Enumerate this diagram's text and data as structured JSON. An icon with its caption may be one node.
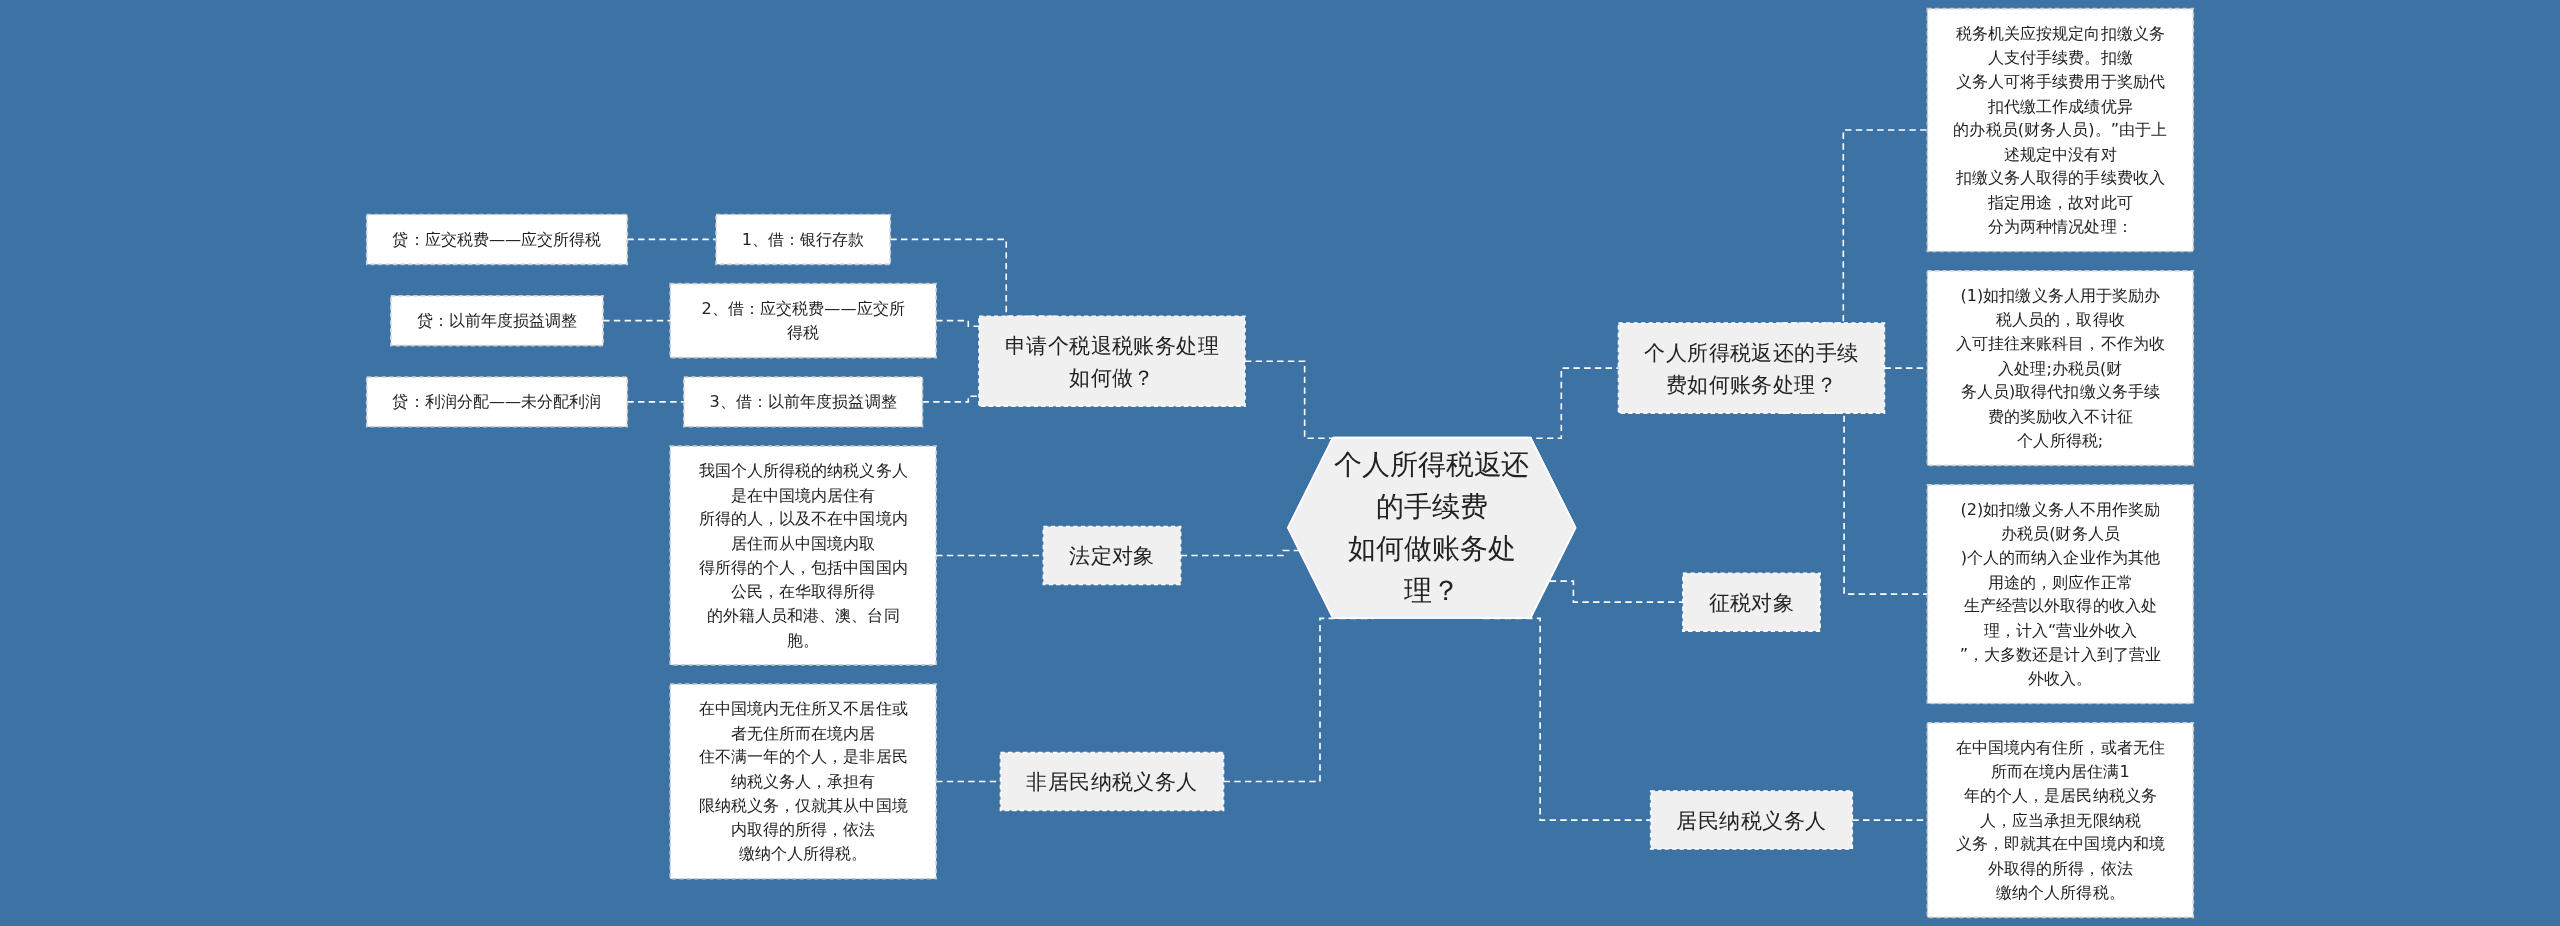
{
  "diagram": {
    "nodes": [
      {
        "text": [
          "个人所得税返还的手续费如何做账务处理？"
        ]
      },
      {
        "text": [
          "个人所得税返还的手续费如何账务处理？"
        ]
      },
      {
        "text": [
          "税务机关应按规定向扣缴义务人支付手续费。扣缴义务人可将手续费用于奖励代扣代缴工作成绩优异的办税员(财务人员)。”由于上述规定中没有对扣缴义务人取得的手续费收入指定用途，故对此可分为两种情况处理："
        ]
      },
      {
        "text": [
          "(1)如扣缴义务人用于奖励办税人员的，取得收入可挂往来账科目，不作为收入处理;办税员(财务人员)取得代扣缴义务手续费的奖励收入不计征个人所得税;"
        ]
      },
      {
        "text": [
          "(2)如扣缴义务人不用作奖励办税员(财务人员)个人的而纳入企业作为其他用途的，则应作正常生产经营以外取得的收入处理，计入“营业外收入”，大多数还是计入到了营业外收入。"
        ]
      },
      {
        "text": [
          "征税对象"
        ]
      },
      {
        "text": [
          "居民纳税义务人"
        ]
      },
      {
        "text": [
          "在中国境内有住所，或者无住所而在境内居住满1年的个人，是居民纳税义务人，应当承担无限纳税义务，即就其在中国境内和境外取得的所得，依法缴纳个人所得税。"
        ]
      },
      {
        "text": [
          "申请个税退税账务处理如何做？"
        ]
      },
      {
        "text": [
          "1、借：银行存款"
        ]
      },
      {
        "text": [
          "贷：应交税费——应交所得税"
        ]
      },
      {
        "text": [
          "2、借：应交税费——应交所得税"
        ]
      },
      {
        "text": [
          "贷：以前年度损益调整"
        ]
      },
      {
        "text": [
          "3、借：以前年度损益调整"
        ]
      },
      {
        "text": [
          "贷：利润分配——未分配利润"
        ]
      },
      {
        "text": [
          "法定对象"
        ]
      },
      {
        "text": [
          "我国个人所得税的纳税义务人是在中国境内居住有所得的人，以及不在中国境内居住而从中国境内取得所得的个人，包括中国国内公民，在华取得所得的外籍人员和港、澳、台同胞。"
        ]
      },
      {
        "text": [
          "非居民纳税义务人"
        ]
      },
      {
        "text": [
          "在中国境内无住所又不居住或者无住所而在境内居住不满一年的个人，是非居民纳税义务人，承担有限纳税义务，仅就其从中国境内取得的所得，依法缴纳个人所得税。"
        ]
      }
    ],
    "edges": [
      {
        "from": 0,
        "to": 1,
        "arrow": "none",
        "style": "dashed"
      },
      {
        "from": 1,
        "to": 2,
        "arrow": "none",
        "style": "dashed"
      },
      {
        "from": 1,
        "to": 3,
        "arrow": "none",
        "style": "dashed"
      },
      {
        "from": 1,
        "to": 4,
        "arrow": "none",
        "style": "dashed"
      },
      {
        "from": 0,
        "to": 5,
        "arrow": "none",
        "style": "dashed"
      },
      {
        "from": 0,
        "to": 6,
        "arrow": "none",
        "style": "dashed"
      },
      {
        "from": 6,
        "to": 7,
        "arrow": "none",
        "style": "dashed"
      },
      {
        "from": 0,
        "to": 8,
        "arrow": "none",
        "style": "dashed"
      },
      {
        "from": 8,
        "to": 9,
        "arrow": "none",
        "style": "dashed"
      },
      {
        "from": 9,
        "to": 10,
        "arrow": "none",
        "style": "dashed"
      },
      {
        "from": 8,
        "to": 11,
        "arrow": "none",
        "style": "dashed"
      },
      {
        "from": 11,
        "to": 12,
        "arrow": "none",
        "style": "dashed"
      },
      {
        "from": 8,
        "to": 13,
        "arrow": "none",
        "style": "dashed"
      },
      {
        "from": 13,
        "to": 14,
        "arrow": "none",
        "style": "dashed"
      },
      {
        "from": 0,
        "to": 15,
        "arrow": "none",
        "style": "dashed"
      },
      {
        "from": 15,
        "to": 16,
        "arrow": "none",
        "style": "dashed"
      },
      {
        "from": 0,
        "to": 17,
        "arrow": "none",
        "style": "dashed"
      },
      {
        "from": 17,
        "to": 18,
        "arrow": "none",
        "style": "dashed"
      }
    ]
  }
}
